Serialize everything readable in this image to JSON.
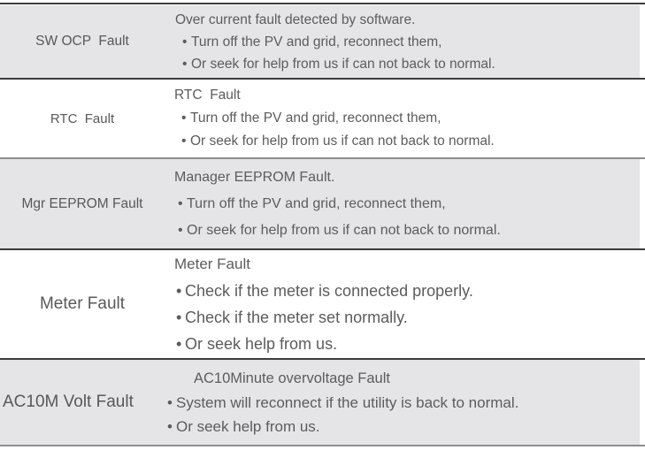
{
  "table": {
    "colors": {
      "shaded_row_bg": "#e5e5e7",
      "plain_row_bg": "#ffffff",
      "rule_dark": "#3c3c3c",
      "rule_soft": "#8d8d8f",
      "text": "#5c5c5e"
    },
    "rows": [
      {
        "name": "SW OCP  Fault",
        "heading": "Over current fault detected by software.",
        "bullets": [
          "Turn off the PV and grid, reconnect them,",
          "Or seek for help from us if can not back to normal."
        ],
        "shaded": true
      },
      {
        "name": "RTC  Fault",
        "heading": "RTC  Fault",
        "bullets": [
          "Turn off the PV and grid, reconnect them,",
          "Or seek for help from us if can not back to normal."
        ],
        "shaded": false
      },
      {
        "name": "Mgr EEPROM Fault",
        "heading": "Manager EEPROM Fault.",
        "bullets": [
          "Turn off the PV and grid, reconnect them,",
          "Or seek for help from us if can not back to normal."
        ],
        "shaded": true
      },
      {
        "name": "Meter Fault",
        "heading": "Meter Fault",
        "bullets": [
          "Check if the meter is connected properly.",
          "Check if the meter set normally.",
          "Or seek help from us."
        ],
        "shaded": false
      },
      {
        "name": "AC10M Volt Fault",
        "heading": "AC10Minute overvoltage Fault",
        "bullets": [
          "System will reconnect if the utility is back to normal.",
          "Or seek help from us."
        ],
        "shaded": true
      }
    ],
    "bullet_glyph": "•"
  }
}
